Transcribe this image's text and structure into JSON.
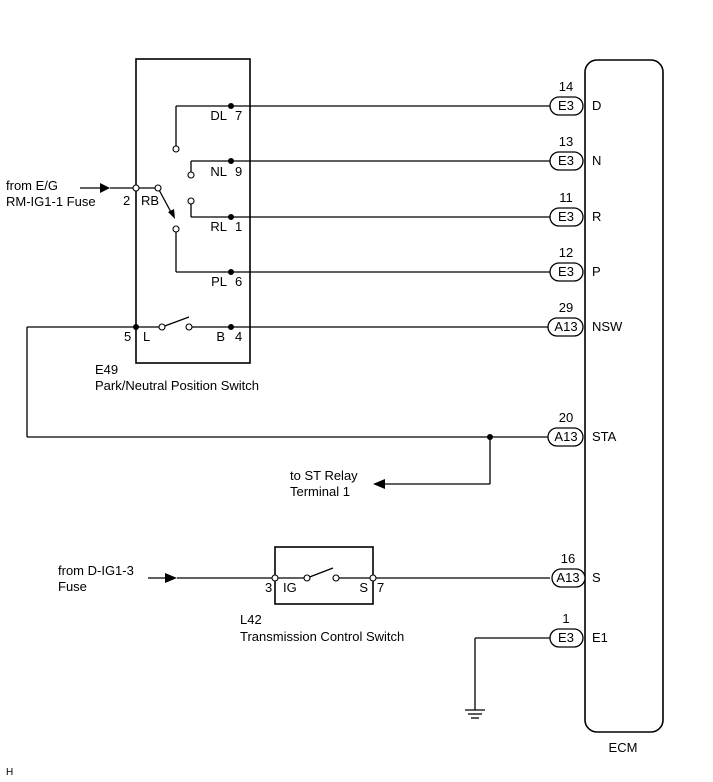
{
  "switch_e49": {
    "code": "E49",
    "name": "Park/Neutral Position Switch",
    "terminals": {
      "dl": "DL",
      "dl_num": "7",
      "nl": "NL",
      "nl_num": "9",
      "rl": "RL",
      "rl_num": "1",
      "pl": "PL",
      "pl_num": "6",
      "rb": "RB",
      "rb_num": "2",
      "l": "L",
      "l_num": "5",
      "b": "B",
      "b_num": "4"
    }
  },
  "switch_l42": {
    "code": "L42",
    "name": "Transmission Control Switch",
    "terminals": {
      "ig": "IG",
      "ig_num": "3",
      "s": "S",
      "s_num": "7"
    }
  },
  "ecm": {
    "label": "ECM",
    "pins": [
      {
        "num": "14",
        "connector": "E3",
        "signal": "D"
      },
      {
        "num": "13",
        "connector": "E3",
        "signal": "N"
      },
      {
        "num": "11",
        "connector": "E3",
        "signal": "R"
      },
      {
        "num": "12",
        "connector": "E3",
        "signal": "P"
      },
      {
        "num": "29",
        "connector": "A13",
        "signal": "NSW"
      },
      {
        "num": "20",
        "connector": "A13",
        "signal": "STA"
      },
      {
        "num": "16",
        "connector": "A13",
        "signal": "S"
      },
      {
        "num": "1",
        "connector": "E3",
        "signal": "E1"
      }
    ]
  },
  "sources": {
    "eg_line1": "from E/G",
    "eg_line2": "RM-IG1-1 Fuse",
    "dig_line1": "from D-IG1-3",
    "dig_line2": "Fuse",
    "st_line1": "to ST Relay",
    "st_line2": "Terminal 1"
  },
  "footer_mark": "H"
}
